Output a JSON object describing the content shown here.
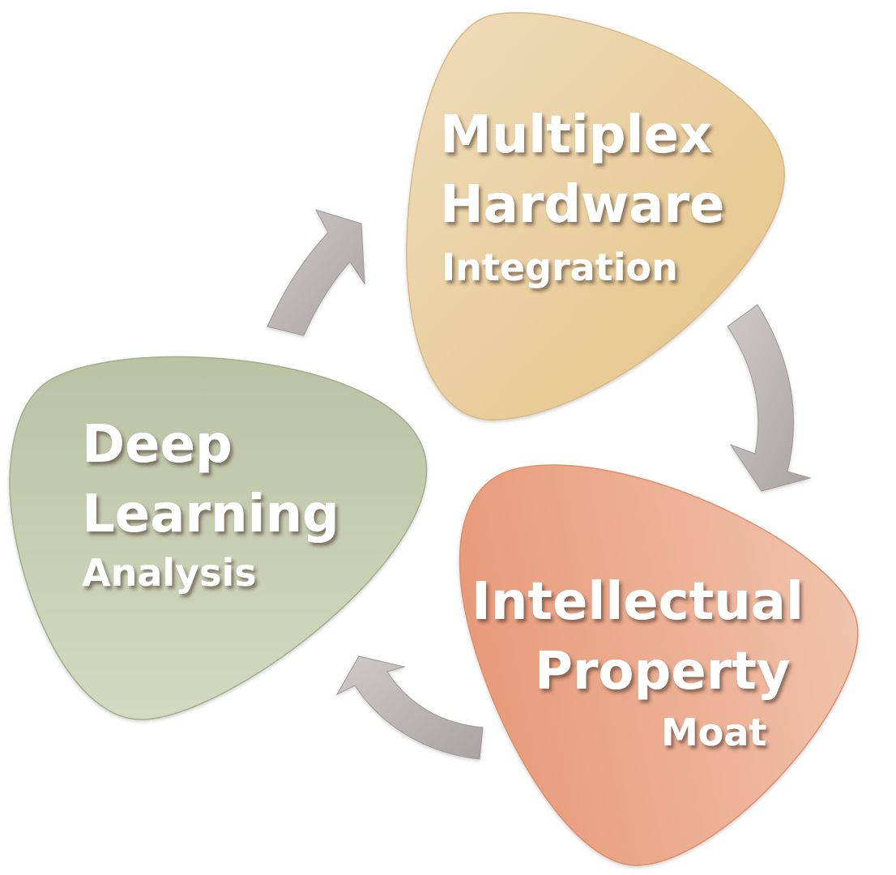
{
  "nodes": [
    {
      "id": "hardware",
      "title_line1": "Multiplex",
      "title_line2": "Hardware",
      "subtitle": "Integration",
      "color_start": "#eedab7",
      "color_end": "#e5c68a"
    },
    {
      "id": "ip",
      "title_line1": "Intellectual",
      "title_line2": "Property",
      "subtitle": "Moat",
      "color_start": "#e89d7e",
      "color_end": "#f2c3ac"
    },
    {
      "id": "deep_learning",
      "title_line1": "Deep",
      "title_line2": "Learning",
      "subtitle": "Analysis",
      "color_start": "#bcc1a4",
      "color_end": "#d3d9bf"
    }
  ],
  "arrow_color": "#b4aeae",
  "flow": [
    "deep_learning",
    "hardware",
    "ip",
    "deep_learning"
  ]
}
